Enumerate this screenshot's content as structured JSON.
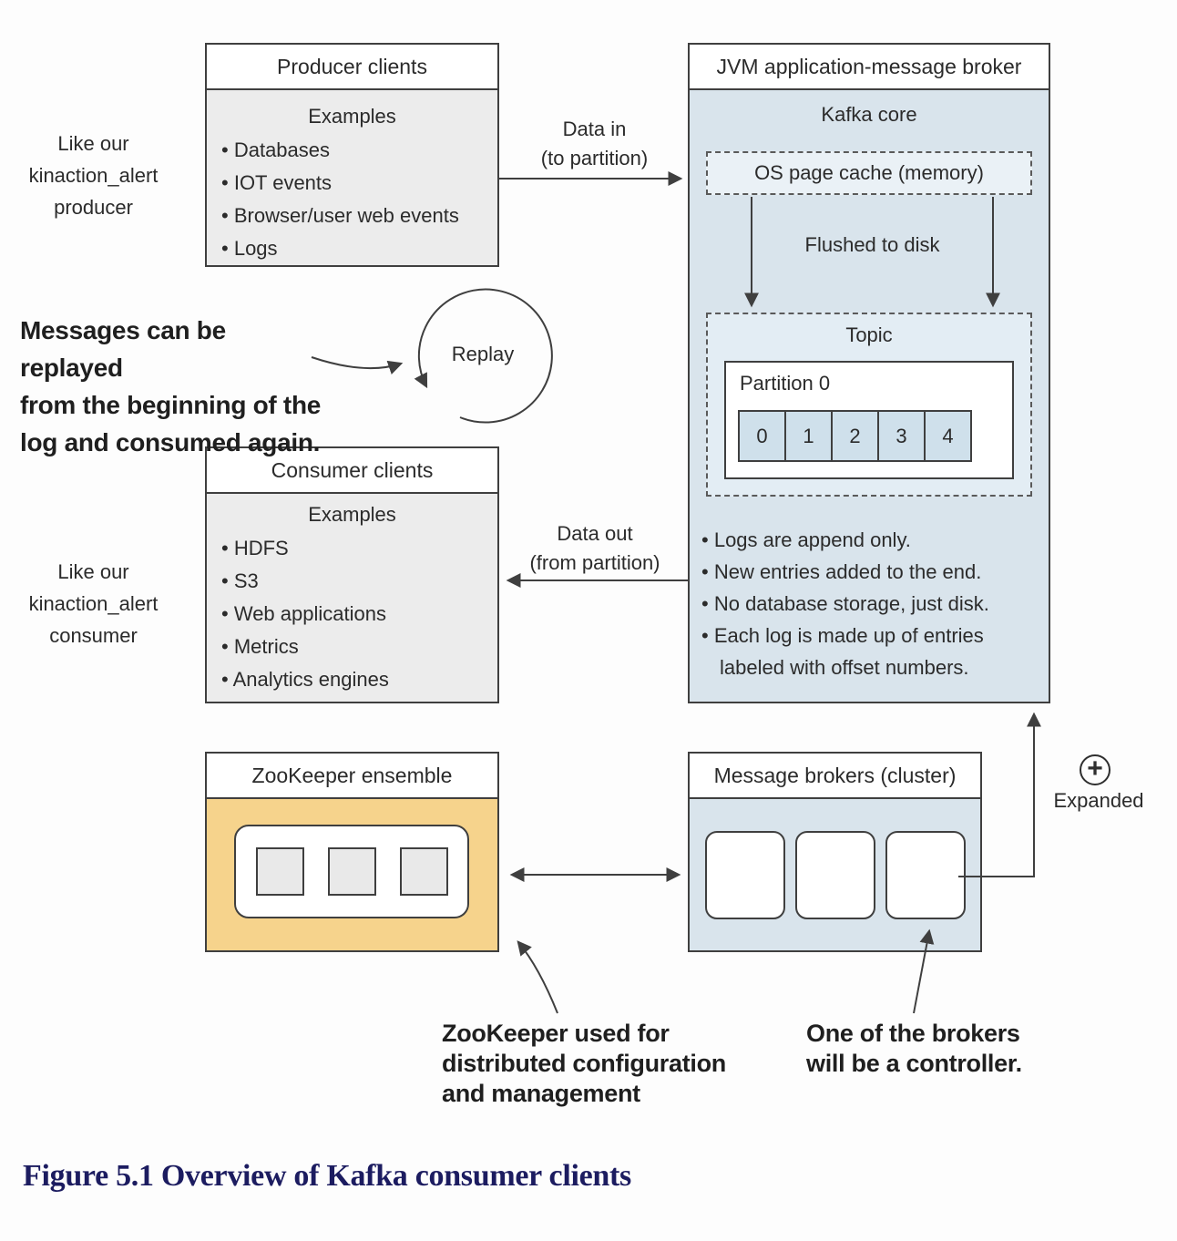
{
  "diagram": {
    "producer_clients": {
      "title": "Producer clients",
      "subtitle": "Examples",
      "items": [
        "Databases",
        "IOT events",
        "Browser/user web events",
        "Logs"
      ]
    },
    "producer_note": "Like our\nkinaction_alert\nproducer",
    "replay_note": "Messages can be replayed\nfrom the beginning of the\nlog and consumed again.",
    "replay_label": "Replay",
    "data_in_label": "Data in\n(to partition)",
    "data_out_label": "Data out\n(from partition)",
    "jvm_broker": {
      "title": "JVM application-message broker",
      "core_label": "Kafka core",
      "os_page_cache": "OS page cache (memory)",
      "flushed_label": "Flushed to disk",
      "topic_label": "Topic",
      "partition_label": "Partition 0",
      "offsets": [
        "0",
        "1",
        "2",
        "3",
        "4"
      ],
      "notes": [
        "Logs are append only.",
        "New entries added to the end.",
        "No database storage, just disk.",
        "Each log is made up of entries labeled with offset numbers."
      ]
    },
    "consumer_clients": {
      "title": "Consumer clients",
      "subtitle": "Examples",
      "items": [
        "HDFS",
        "S3",
        "Web applications",
        "Metrics",
        "Analytics engines"
      ]
    },
    "consumer_note": "Like our\nkinaction_alert\nconsumer",
    "zookeeper": {
      "title": "ZooKeeper ensemble"
    },
    "message_brokers": {
      "title": "Message brokers (cluster)"
    },
    "plus_icon": "+",
    "expanded_label": "Expanded",
    "zookeeper_note": "ZooKeeper used for\ndistributed configuration\nand management",
    "controller_note": "One of the brokers\nwill be a controller."
  },
  "caption": "Figure 5.1 Overview of Kafka consumer clients",
  "colors": {
    "broker_fill": "#d9e4ec",
    "topic_fill": "#e3edf4",
    "cache_fill": "#eaf1f6",
    "offset_cell_fill": "#cfe0eb",
    "client_fill": "#ececec",
    "zookeeper_fill": "#f6d38c",
    "line": "#3f3f3f",
    "caption_text": "#1c1c60"
  }
}
